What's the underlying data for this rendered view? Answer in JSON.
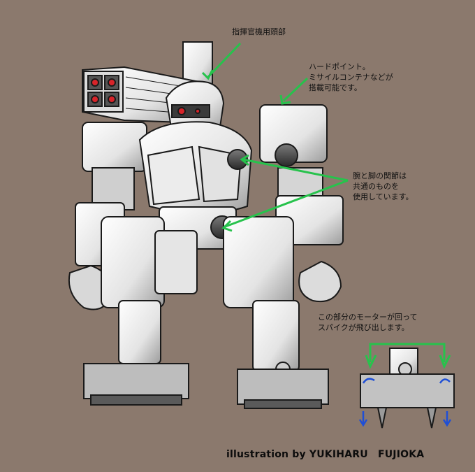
{
  "annotations": {
    "head": "指揮官機用頭部",
    "hardpoint": "ハードポイント。\nミサイルコンテナなどが\n搭載可能です。",
    "joints": "腕と脚の関節は\n共通のものを\n使用しています。",
    "spikes": "この部分のモーターが回って\nスパイクが飛び出します。"
  },
  "credit": "illustration by YUKIHARU　FUJIOKA",
  "colors": {
    "background": "#8b796d",
    "arrow_green": "#27c24c",
    "arrow_blue": "#1f4fd6",
    "sensor_red": "#d8242a",
    "armor_light": "#f2f2f2",
    "ink": "#1a1a1a"
  }
}
